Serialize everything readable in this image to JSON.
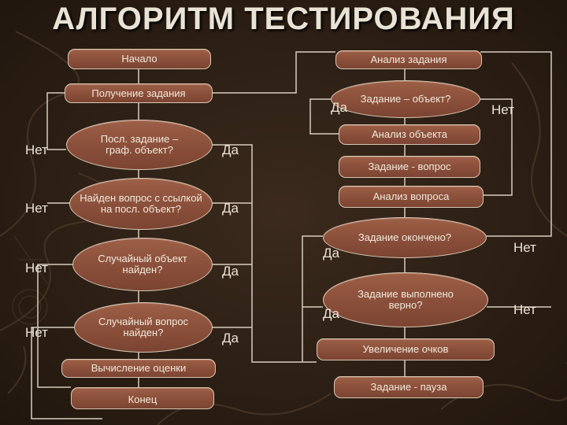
{
  "title": "АЛГОРИТМ ТЕСТИРОВАНИЯ",
  "nodes": {
    "start": "Начало",
    "get_task": "Получение задания",
    "q_geo": "Посл. задание –\nграф. объект?",
    "q_found_link": "Найден вопрос с ссылкой\nна посл. объект?",
    "q_random_obj": "Случайный объект\nнайден?",
    "q_random_q": "Случайный вопрос\nнайден?",
    "calc_score": "Вычисление оценки",
    "end": "Конец",
    "analyze_task": "Анализ задания",
    "q_task_object": "Задание – объект?",
    "analyze_object": "Анализ объекта",
    "task_question": "Задание - вопрос",
    "analyze_question": "Анализ вопроса",
    "q_task_done": "Задание окончено?",
    "q_task_correct": "Задание выполнено\nверно?",
    "increase_points": "Увеличение очков",
    "task_pause": "Задание - пауза"
  },
  "labels": {
    "no": "Нет",
    "yes": "Да"
  },
  "colors": {
    "background": "#2e2016",
    "shape_fill": "#8a4f3a",
    "shape_border": "#d8c7b4",
    "line": "#d6cdbd",
    "text": "#f1e9dc"
  }
}
